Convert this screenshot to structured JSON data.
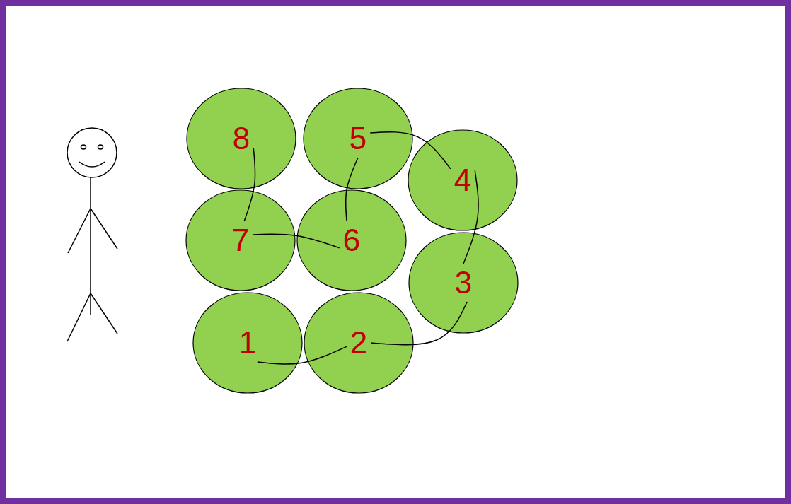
{
  "diagram": {
    "nodes": [
      {
        "text": [
          "1"
        ]
      },
      {
        "text": [
          "2"
        ]
      },
      {
        "text": [
          "3"
        ]
      },
      {
        "text": [
          "4"
        ]
      },
      {
        "text": [
          "5"
        ]
      },
      {
        "text": [
          "6"
        ]
      },
      {
        "text": [
          "7"
        ]
      },
      {
        "text": [
          "8"
        ]
      }
    ],
    "edges": [
      {
        "from": 0,
        "to": 1,
        "arrow": "none"
      },
      {
        "from": 1,
        "to": 2,
        "arrow": "none"
      },
      {
        "from": 2,
        "to": 3,
        "arrow": "none"
      },
      {
        "from": 3,
        "to": 4,
        "arrow": "none"
      },
      {
        "from": 4,
        "to": 5,
        "arrow": "none"
      },
      {
        "from": 5,
        "to": 6,
        "arrow": "none"
      },
      {
        "from": 6,
        "to": 7,
        "arrow": "none"
      }
    ]
  }
}
